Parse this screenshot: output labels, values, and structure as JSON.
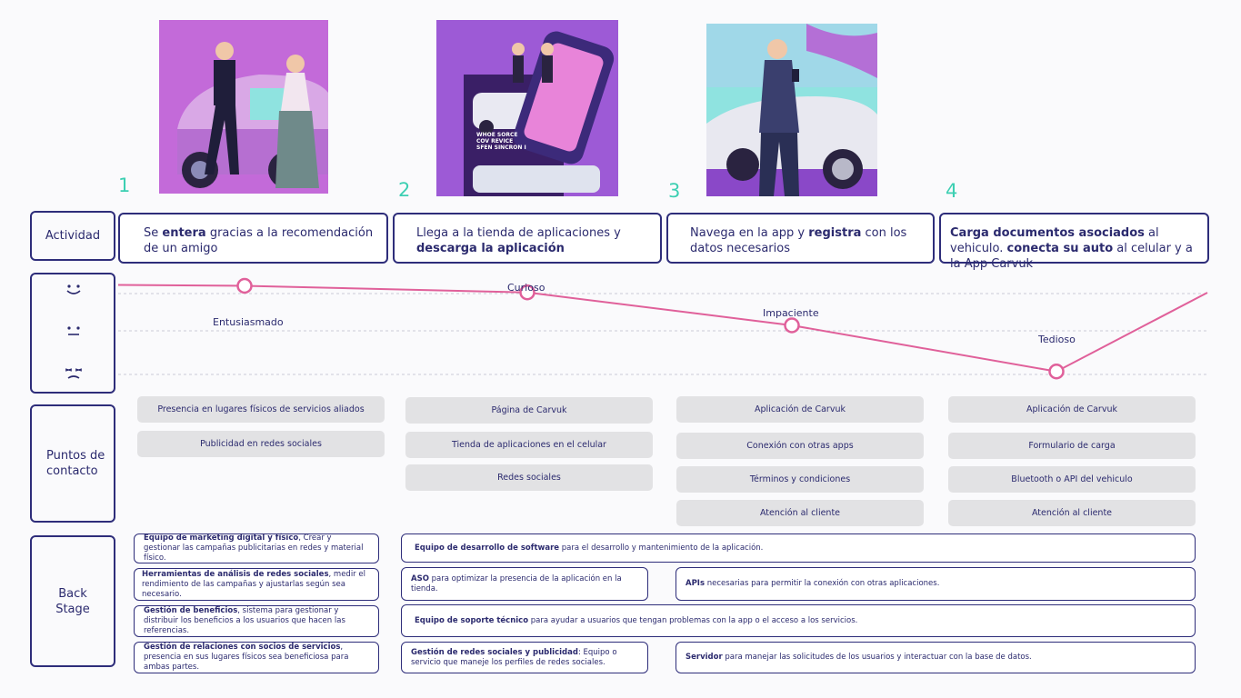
{
  "steps": [
    "1",
    "2",
    "3",
    "4"
  ],
  "rows": {
    "actividad": "Actividad",
    "puntos_contacto": "Puntos de contacto",
    "back_stage": "Back Stage"
  },
  "actividades": [
    {
      "pre": "Se ",
      "strong": "entera",
      "post": " gracias a la recomendación de un amigo"
    },
    {
      "pre": "Llega a la tienda de aplicaciones y ",
      "strong": "descarga la aplicación",
      "post": ""
    },
    {
      "pre": "Navega en la app y ",
      "strong": "registra",
      "post": " con los datos necesarios"
    },
    {
      "strong1": "Carga documentos asociados",
      "mid": " al vehiculo. ",
      "strong2": "conecta su auto",
      "post": " al celular y a la App Carvuk"
    }
  ],
  "emotions": {
    "faces": [
      "happy-face-icon",
      "neutral-face-icon",
      "sad-face-icon"
    ],
    "labels": [
      "Entusiasmado",
      "Curioso",
      "Impaciente",
      "Tedioso"
    ],
    "levels": [
      0.9,
      0.85,
      0.6,
      0.25
    ],
    "line_color": "#e0609a"
  },
  "touchpoints": [
    [
      "Presencia en lugares físicos de servicios aliados",
      "Publicidad en redes sociales"
    ],
    [
      "Página de Carvuk",
      "Tienda de aplicaciones en el celular",
      "Redes sociales"
    ],
    [
      "Aplicación de Carvuk",
      "Conexión con otras apps",
      "Términos y condiciones",
      "Atención al cliente"
    ],
    [
      "Aplicación de Carvuk",
      "Formulario de carga",
      "Bluetooth o API del vehiculo",
      "Atención al cliente"
    ]
  ],
  "backstage": {
    "marketing": {
      "strong": "Equipo de marketing digital y físico",
      "rest": ", Crear y gestionar las campañas publicitarias en redes y material físico."
    },
    "analisis": {
      "strong": "Herramientas de análisis de redes sociales",
      "rest": ", medir el rendimiento de las campañas y ajustarlas según sea necesario."
    },
    "beneficios": {
      "strong": "Gestión de beneficios",
      "rest": ", sistema para gestionar y distribuir los beneficios a los usuarios que hacen las referencias."
    },
    "relaciones": {
      "strong": "Gestión de relaciones con socios de servicios",
      "rest": ", presencia en sus lugares físicos sea beneficiosa para ambas partes."
    },
    "desarrollo": {
      "strong": "Equipo de desarrollo de software",
      "rest": " para el desarrollo y mantenimiento de la aplicación."
    },
    "aso": {
      "strong": "ASO",
      "rest": " para optimizar la presencia de la aplicación en la tienda."
    },
    "apis": {
      "strong": "APIs",
      "rest": " necesarias para permitir la conexión con otras aplicaciones."
    },
    "soporte": {
      "strong": "Equipo de soporte técnico",
      "rest": " para ayudar a usuarios que tengan problemas con la app o el acceso a los servicios."
    },
    "redes": {
      "strong": "Gestión de redes sociales y publicidad",
      "rest": ": Equipo o servicio que maneje los perfiles de redes sociales."
    },
    "servidor": {
      "strong": "Servidor",
      "rest": " para manejar las solicitudes de los usuarios y interactuar con la base de datos."
    }
  },
  "illustrations": {
    "poster_text": "WHOE SORCE\nCOV REVICE\nSFEN SINCRON I"
  }
}
